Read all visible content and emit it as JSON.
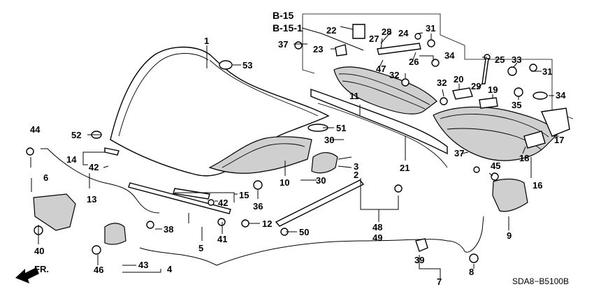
{
  "refs": [
    "B-15",
    "B-15-1"
  ],
  "diagram_code": "SDA8−B5100B",
  "callouts": [
    "1",
    "2",
    "3",
    "4",
    "5",
    "6",
    "7",
    "8",
    "9",
    "10",
    "11",
    "12",
    "13",
    "14",
    "15",
    "16",
    "17",
    "18",
    "19",
    "20",
    "21",
    "22",
    "23",
    "24",
    "25",
    "26",
    "27",
    "28",
    "29",
    "30",
    "30",
    "31",
    "31",
    "32",
    "32",
    "33",
    "34",
    "34",
    "35",
    "36",
    "37",
    "37",
    "38",
    "39",
    "40",
    "41",
    "42",
    "42",
    "42",
    "43",
    "44",
    "45",
    "46",
    "47",
    "48",
    "49",
    "50",
    "51",
    "52",
    "53"
  ],
  "icons": [
    "arrow-fr-icon"
  ]
}
